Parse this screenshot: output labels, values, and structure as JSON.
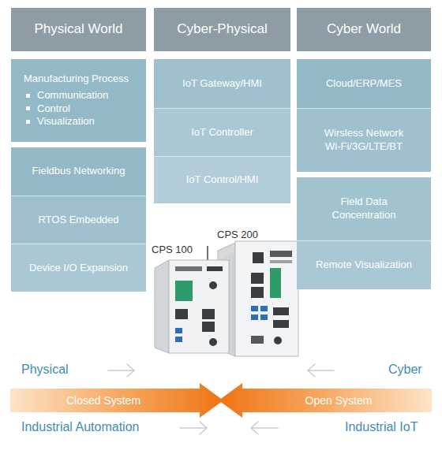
{
  "diagram": {
    "nodes": [
      {
        "text": [
          "Physical World"
        ]
      },
      {
        "text": [
          "Cyber-Physical"
        ]
      },
      {
        "text": [
          "Cyber World"
        ]
      },
      {
        "text": [
          "Manufacturing Process",
          "Communication",
          "Control",
          "Visualization"
        ]
      },
      {
        "text": [
          "Fieldbus Networking"
        ]
      },
      {
        "text": [
          "RTOS Embedded"
        ]
      },
      {
        "text": [
          "Device I/O Expansion"
        ]
      },
      {
        "text": [
          "IoT Gateway/HMI"
        ]
      },
      {
        "text": [
          "IoT Controller"
        ]
      },
      {
        "text": [
          "IoT Control/HMI"
        ]
      },
      {
        "text": [
          "Cloud/ERP/MES"
        ]
      },
      {
        "text": [
          "Wirsless Network Wi-Fi/3G/LTE/BT"
        ]
      },
      {
        "text": [
          "Field Data Concentration"
        ]
      },
      {
        "text": [
          "Remote Visualization"
        ]
      },
      {
        "text": [
          "Closed System"
        ]
      },
      {
        "text": [
          "Open System"
        ]
      }
    ],
    "labels": [
      "CPS 100",
      "CPS 200",
      "Physical",
      "Cyber",
      "Industrial Automation",
      "Industrial IoT"
    ]
  }
}
